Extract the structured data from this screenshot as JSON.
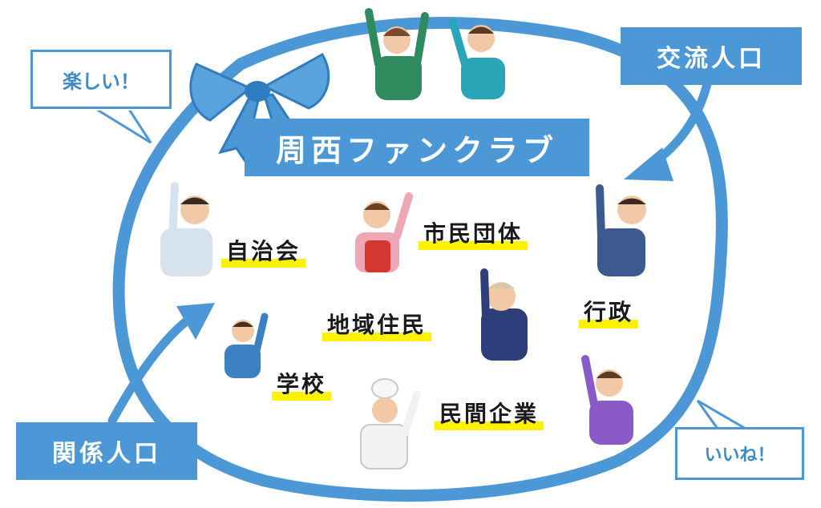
{
  "title": "周西ファンクラブ",
  "callouts": {
    "top_right": "交流人口",
    "bottom_left": "関係人口",
    "speech_left": "楽しい！",
    "speech_right": "いいね！"
  },
  "groups": [
    "自治会",
    "市民団体",
    "行政",
    "地域住民",
    "学校",
    "民間企業"
  ],
  "colors": {
    "ribbon": "#4c98d6",
    "highlight": "#fff200",
    "text": "#1a1a1a"
  },
  "icons": [
    "ribbon-bow-icon",
    "arrow-icon",
    "person-icon"
  ]
}
